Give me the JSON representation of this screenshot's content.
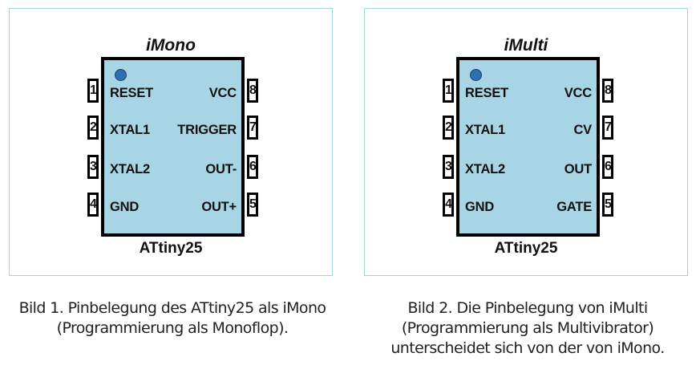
{
  "diagrams": [
    {
      "title": "iMono",
      "chip": "ATtiny25",
      "left_pins": [
        {
          "num": "1",
          "name": "RESET"
        },
        {
          "num": "2",
          "name": "XTAL1"
        },
        {
          "num": "3",
          "name": "XTAL2"
        },
        {
          "num": "4",
          "name": "GND"
        }
      ],
      "right_pins": [
        {
          "num": "8",
          "name": "VCC"
        },
        {
          "num": "7",
          "name": "TRIGGER"
        },
        {
          "num": "6",
          "name": "OUT-"
        },
        {
          "num": "5",
          "name": "OUT+"
        }
      ],
      "caption": [
        "Bild 1. Pinbelegung des ATtiny25 als iMono",
        "(Programmierung als Monoflop)."
      ]
    },
    {
      "title": "iMulti",
      "chip": "ATtiny25",
      "left_pins": [
        {
          "num": "1",
          "name": "RESET"
        },
        {
          "num": "2",
          "name": "XTAL1"
        },
        {
          "num": "3",
          "name": "XTAL2"
        },
        {
          "num": "4",
          "name": "GND"
        }
      ],
      "right_pins": [
        {
          "num": "8",
          "name": "VCC"
        },
        {
          "num": "7",
          "name": "CV"
        },
        {
          "num": "6",
          "name": "OUT"
        },
        {
          "num": "5",
          "name": "GATE"
        }
      ],
      "caption": [
        "Bild 2. Die Pinbelegung von iMulti",
        "(Programmierung als Multivibrator)",
        "unterscheidet sich von der von iMono."
      ]
    }
  ]
}
